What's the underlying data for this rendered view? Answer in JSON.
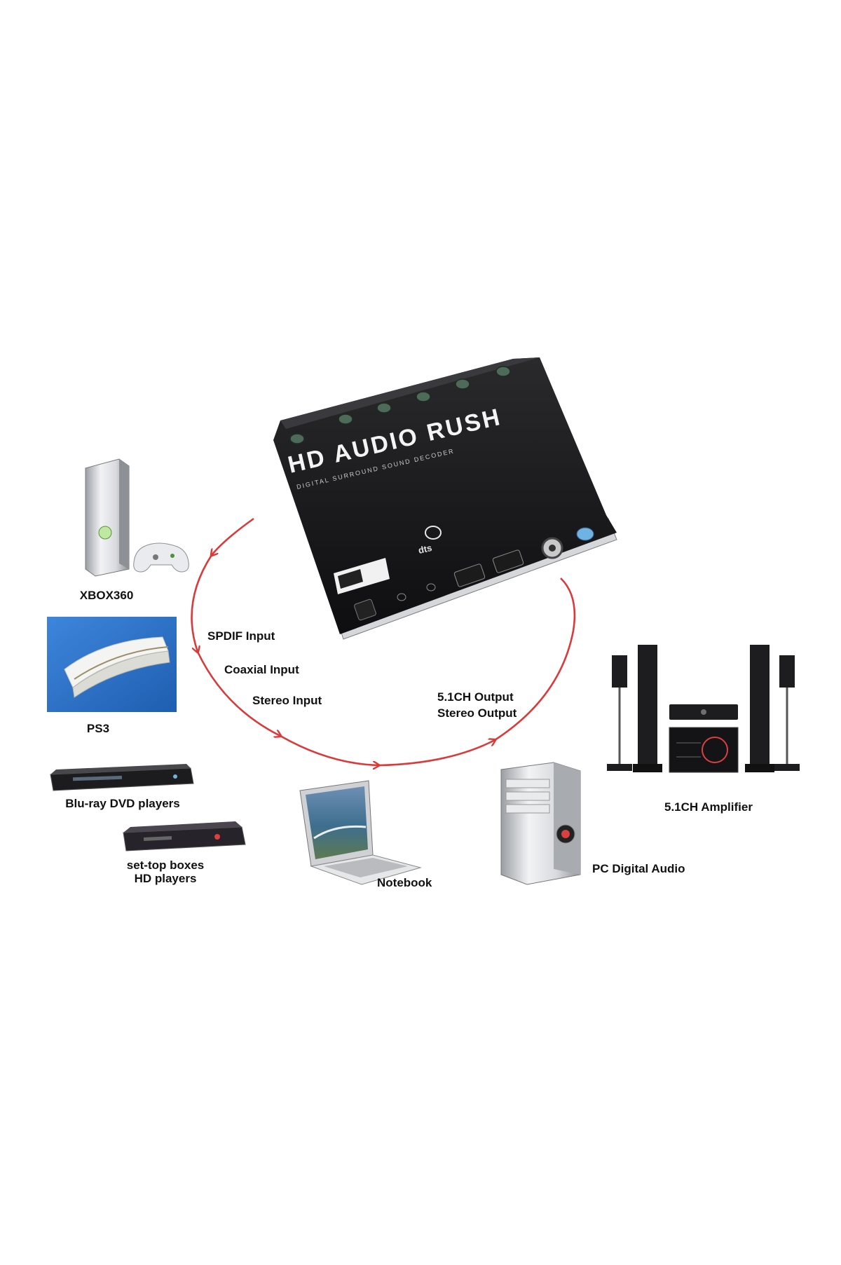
{
  "device": {
    "title": "HD AUDIO RUSH",
    "subtitle": "DIGITAL SURROUND SOUND DECODER"
  },
  "sources": [
    {
      "id": "xbox",
      "label": "XBOX360"
    },
    {
      "id": "ps3",
      "label": "PS3"
    },
    {
      "id": "bluray",
      "label": "Blu-ray DVD players"
    },
    {
      "id": "settop",
      "label": "set-top boxes HD players"
    },
    {
      "id": "notebook",
      "label": "Notebook"
    },
    {
      "id": "pc",
      "label": "PC Digital Audio"
    },
    {
      "id": "amplifier",
      "label": "5.1CH  Amplifier"
    }
  ],
  "inputs": {
    "spdif": "SPDIF Input",
    "coaxial": "Coaxial Input",
    "stereo": "Stereo Input"
  },
  "outputs": {
    "ch51": "5.1CH Output",
    "stereo": "Stereo Output"
  },
  "colors": {
    "arrow": "#d93a3a",
    "device_body": "#1d1d1f",
    "ps3_background": "#2f73c9"
  }
}
